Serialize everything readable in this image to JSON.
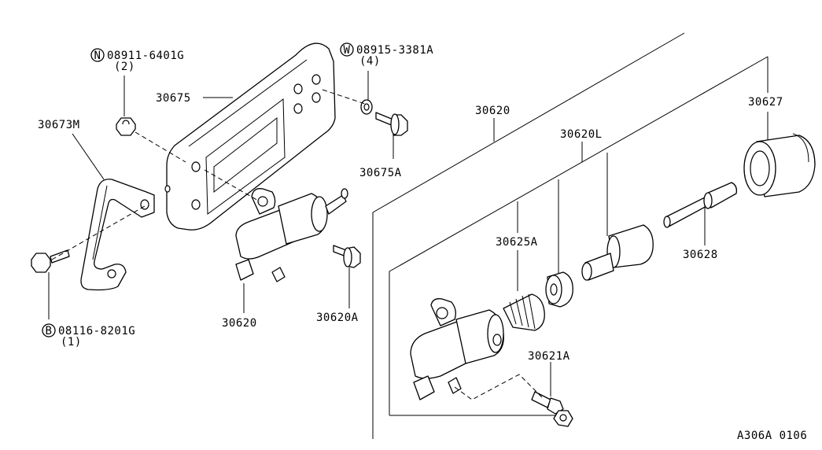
{
  "labels": {
    "nut_circle": "N",
    "nut_part": "08911-6401G",
    "nut_qty": "(2)",
    "washer_circle": "W",
    "washer_part": "08915-3381A",
    "washer_qty": "(4)",
    "bolt_circle": "B",
    "bolt_part": "08116-8201G",
    "bolt_qty": "(1)",
    "bracket_plate": "30675",
    "bracket_bolt": "30675A",
    "clutch_bracket": "30673M",
    "operating_cylinder_assy": "30620",
    "operating_cylinder": "30620",
    "cylinder_bolt": "30620A",
    "repair_kit": "30620L",
    "boot": "30625A",
    "push_rod_boot": "30627",
    "push_rod": "30628",
    "bleeder_screw": "30621A",
    "diagram_code": "A306A 0106"
  }
}
